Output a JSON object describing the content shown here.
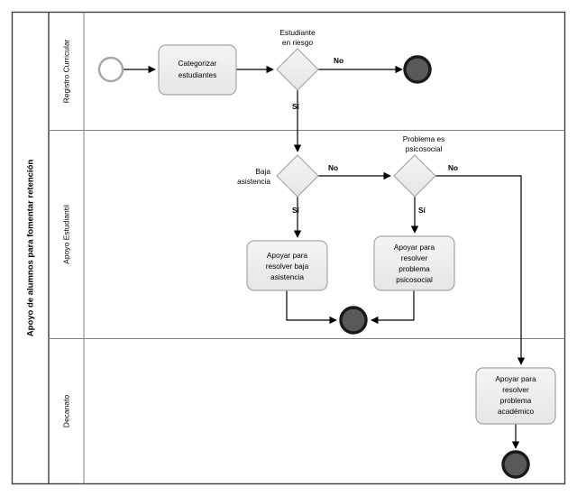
{
  "pool": {
    "title": "Apoyo de alumnos para fomentar retención"
  },
  "lanes": [
    {
      "id": "lane-registro-curricular",
      "label": "Registro Curricular"
    },
    {
      "id": "lane-apoyo-estudiantil",
      "label": "Apoyo Estudiantil"
    },
    {
      "id": "lane-decanato",
      "label": "Decanato"
    }
  ],
  "nodes": {
    "start_event": {
      "type": "start-event",
      "label": ""
    },
    "task_categorizar": {
      "type": "task",
      "lines": [
        "Categorizar",
        "estudiantes"
      ]
    },
    "gateway_estudiante_en_riesgo": {
      "type": "gateway",
      "lines": [
        "Estudiante",
        "en riesgo"
      ]
    },
    "end_event_top": {
      "type": "end-event",
      "label": ""
    },
    "gateway_baja_asistencia": {
      "type": "gateway",
      "lines": [
        "Baja",
        "asistencia"
      ]
    },
    "gateway_problema_psicosocial": {
      "type": "gateway",
      "lines": [
        "Problema es",
        "psicosocial"
      ]
    },
    "task_apoyar_baja_asistencia": {
      "type": "task",
      "lines": [
        "Apoyar para",
        "resolver baja",
        "asistencia"
      ]
    },
    "task_apoyar_problema_psicosocial": {
      "type": "task",
      "lines": [
        "Apoyar para",
        "resolver",
        "problema",
        "psicosocial"
      ]
    },
    "end_event_middle": {
      "type": "end-event",
      "label": ""
    },
    "task_apoyar_problema_academico": {
      "type": "task",
      "lines": [
        "Apoyar para",
        "resolver",
        "problema",
        "académico"
      ]
    },
    "end_event_bottom": {
      "type": "end-event",
      "label": ""
    }
  },
  "flow_labels": {
    "riesgo_no": "No",
    "riesgo_si": "Sí",
    "baja_no": "No",
    "baja_si": "Sí",
    "psicosocial_no": "No",
    "psicosocial_si": "Sí"
  },
  "colors": {
    "shape_fill": "#ededed",
    "shape_stroke": "#a6a6a6",
    "end_event_fill": "#595959",
    "end_event_stroke": "#1a1a1a",
    "start_event_stroke": "#a6a6a6",
    "flow_stroke": "#000000",
    "pool_frame": "#404040",
    "lane_divider": "#808080",
    "background": "#ffffff"
  }
}
